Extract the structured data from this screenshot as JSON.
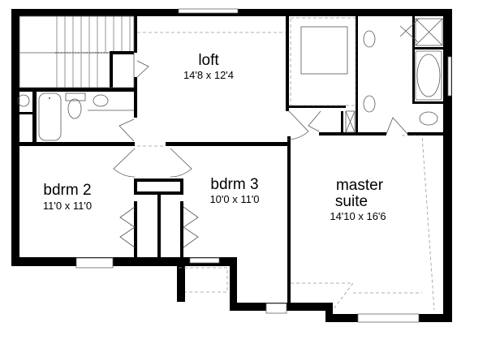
{
  "plan": {
    "rooms": [
      {
        "name": "loft",
        "dims": "14'8 x 12'4"
      },
      {
        "name": "bdrm 2",
        "dims": "11'0 x 11'0"
      },
      {
        "name": "bdrm 3",
        "dims": "10'0 x 11'0"
      },
      {
        "name_line1": "master",
        "name_line2": "suite",
        "dims": "14'10 x 16'6"
      }
    ]
  }
}
